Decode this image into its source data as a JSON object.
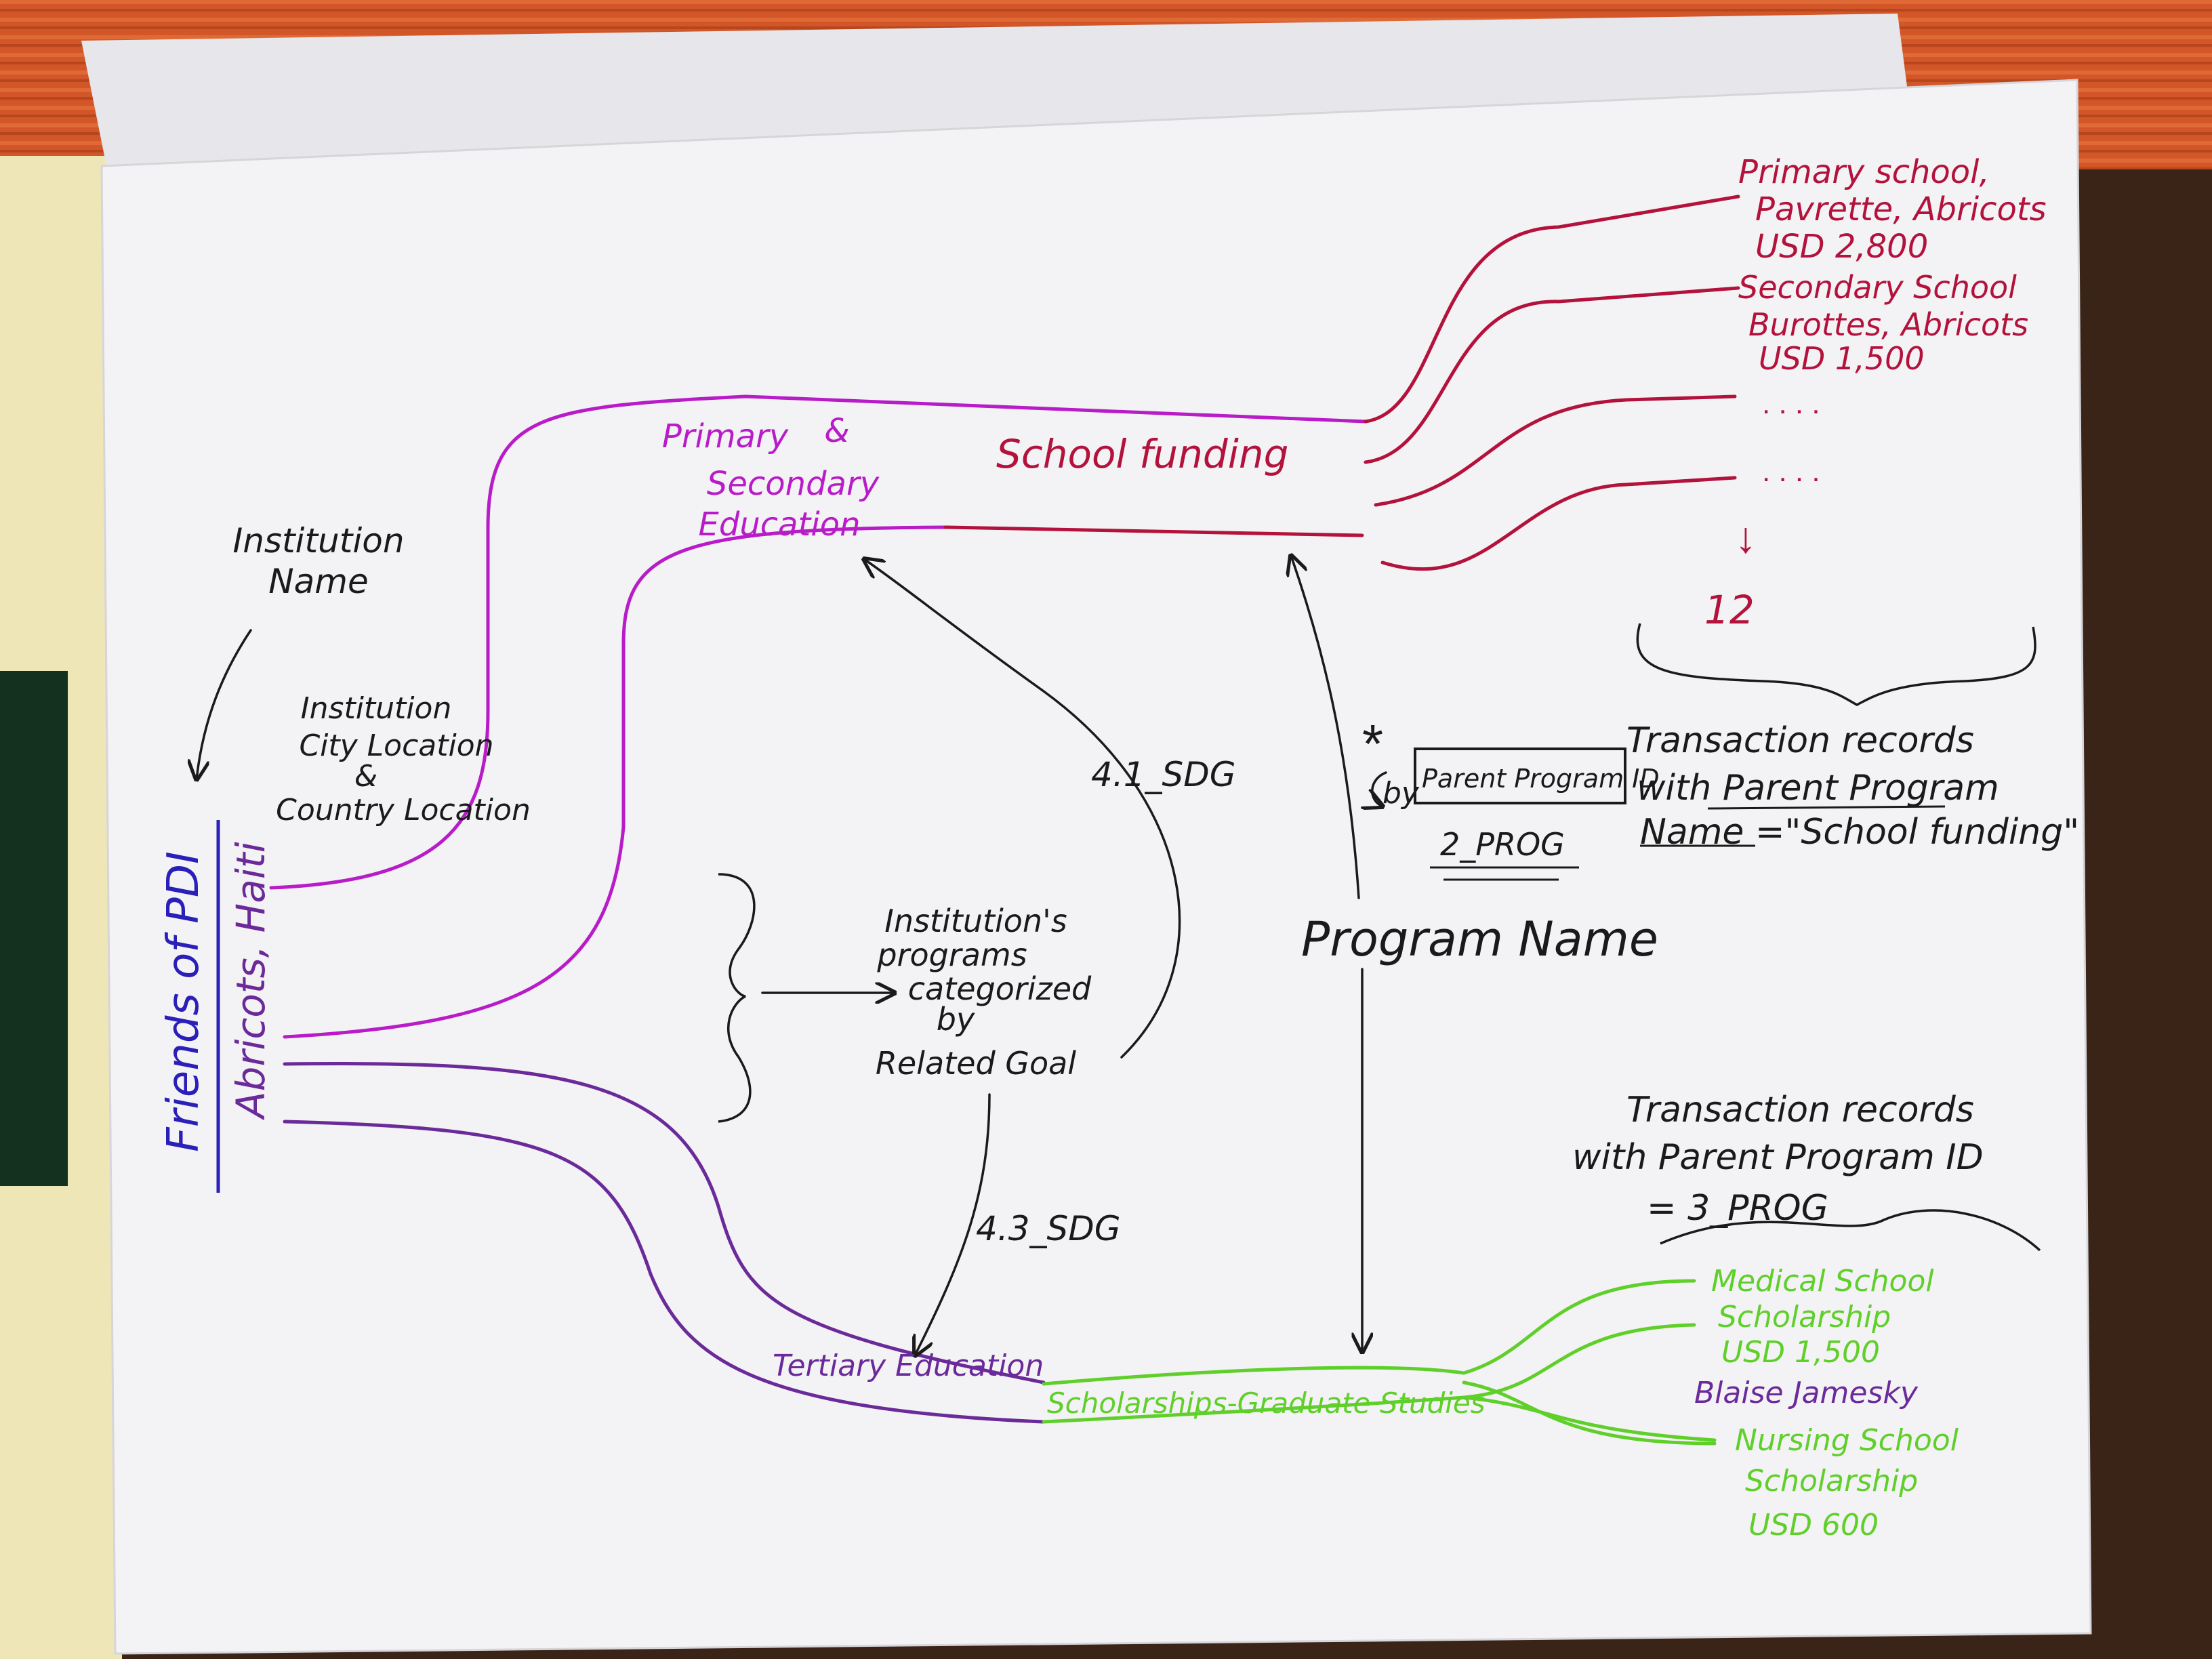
{
  "colors": {
    "blue": "#2a1fb8",
    "magenta": "#b81cc8",
    "crimson": "#b3123c",
    "violet": "#6a2a9a",
    "green": "#5fcf2a",
    "ink": "#1a1a1a",
    "paper": "#f3f2f4",
    "tablecloth": "#d45a2a"
  },
  "diagram": {
    "root": {
      "org": "Friends of PDI",
      "location": "Abricots, Haiti"
    },
    "annotations": {
      "institution_name": [
        "Institution",
        "Name"
      ],
      "institution_location": [
        "Institution",
        "City Location",
        "&",
        "Country Location"
      ],
      "programs_note": [
        "Institution's",
        "programs",
        "categorized",
        "by",
        "Related Goal"
      ],
      "goal_upper": "4.1_SDG",
      "goal_lower": "4.3_SDG",
      "program_name": "Program Name",
      "parent_id_by": "by",
      "parent_id_box": "Parent Program ID",
      "parent_id_value": "2_PROG",
      "star": "*",
      "records_top": [
        "Transaction records",
        "with Parent Program",
        "Name =\"School funding\""
      ],
      "records_bottom": [
        "Transaction records",
        "with Parent Program ID",
        "= 3_PROG"
      ]
    },
    "branches": {
      "primary_secondary": [
        "Primary",
        "&",
        "Secondary",
        "Education"
      ],
      "school_funding": "School funding",
      "tertiary": "Tertiary Education",
      "scholarships": "Scholarships-Graduate Studies"
    },
    "school_items": {
      "primary": [
        "Primary school,",
        "Pavrette, Abricots",
        "USD 2,800"
      ],
      "secondary": [
        "Secondary School",
        "Burottes, Abricots",
        "USD 1,500"
      ],
      "more1": ". . . .",
      "more2": ". . . .",
      "arrow_down": "↓",
      "count": "12"
    },
    "scholarship_items": {
      "medical": [
        "Medical School",
        "Scholarship",
        "USD 1,500",
        "Blaise Jamesky"
      ],
      "nursing": [
        "Nursing School",
        "Scholarship",
        "USD 600"
      ]
    }
  }
}
